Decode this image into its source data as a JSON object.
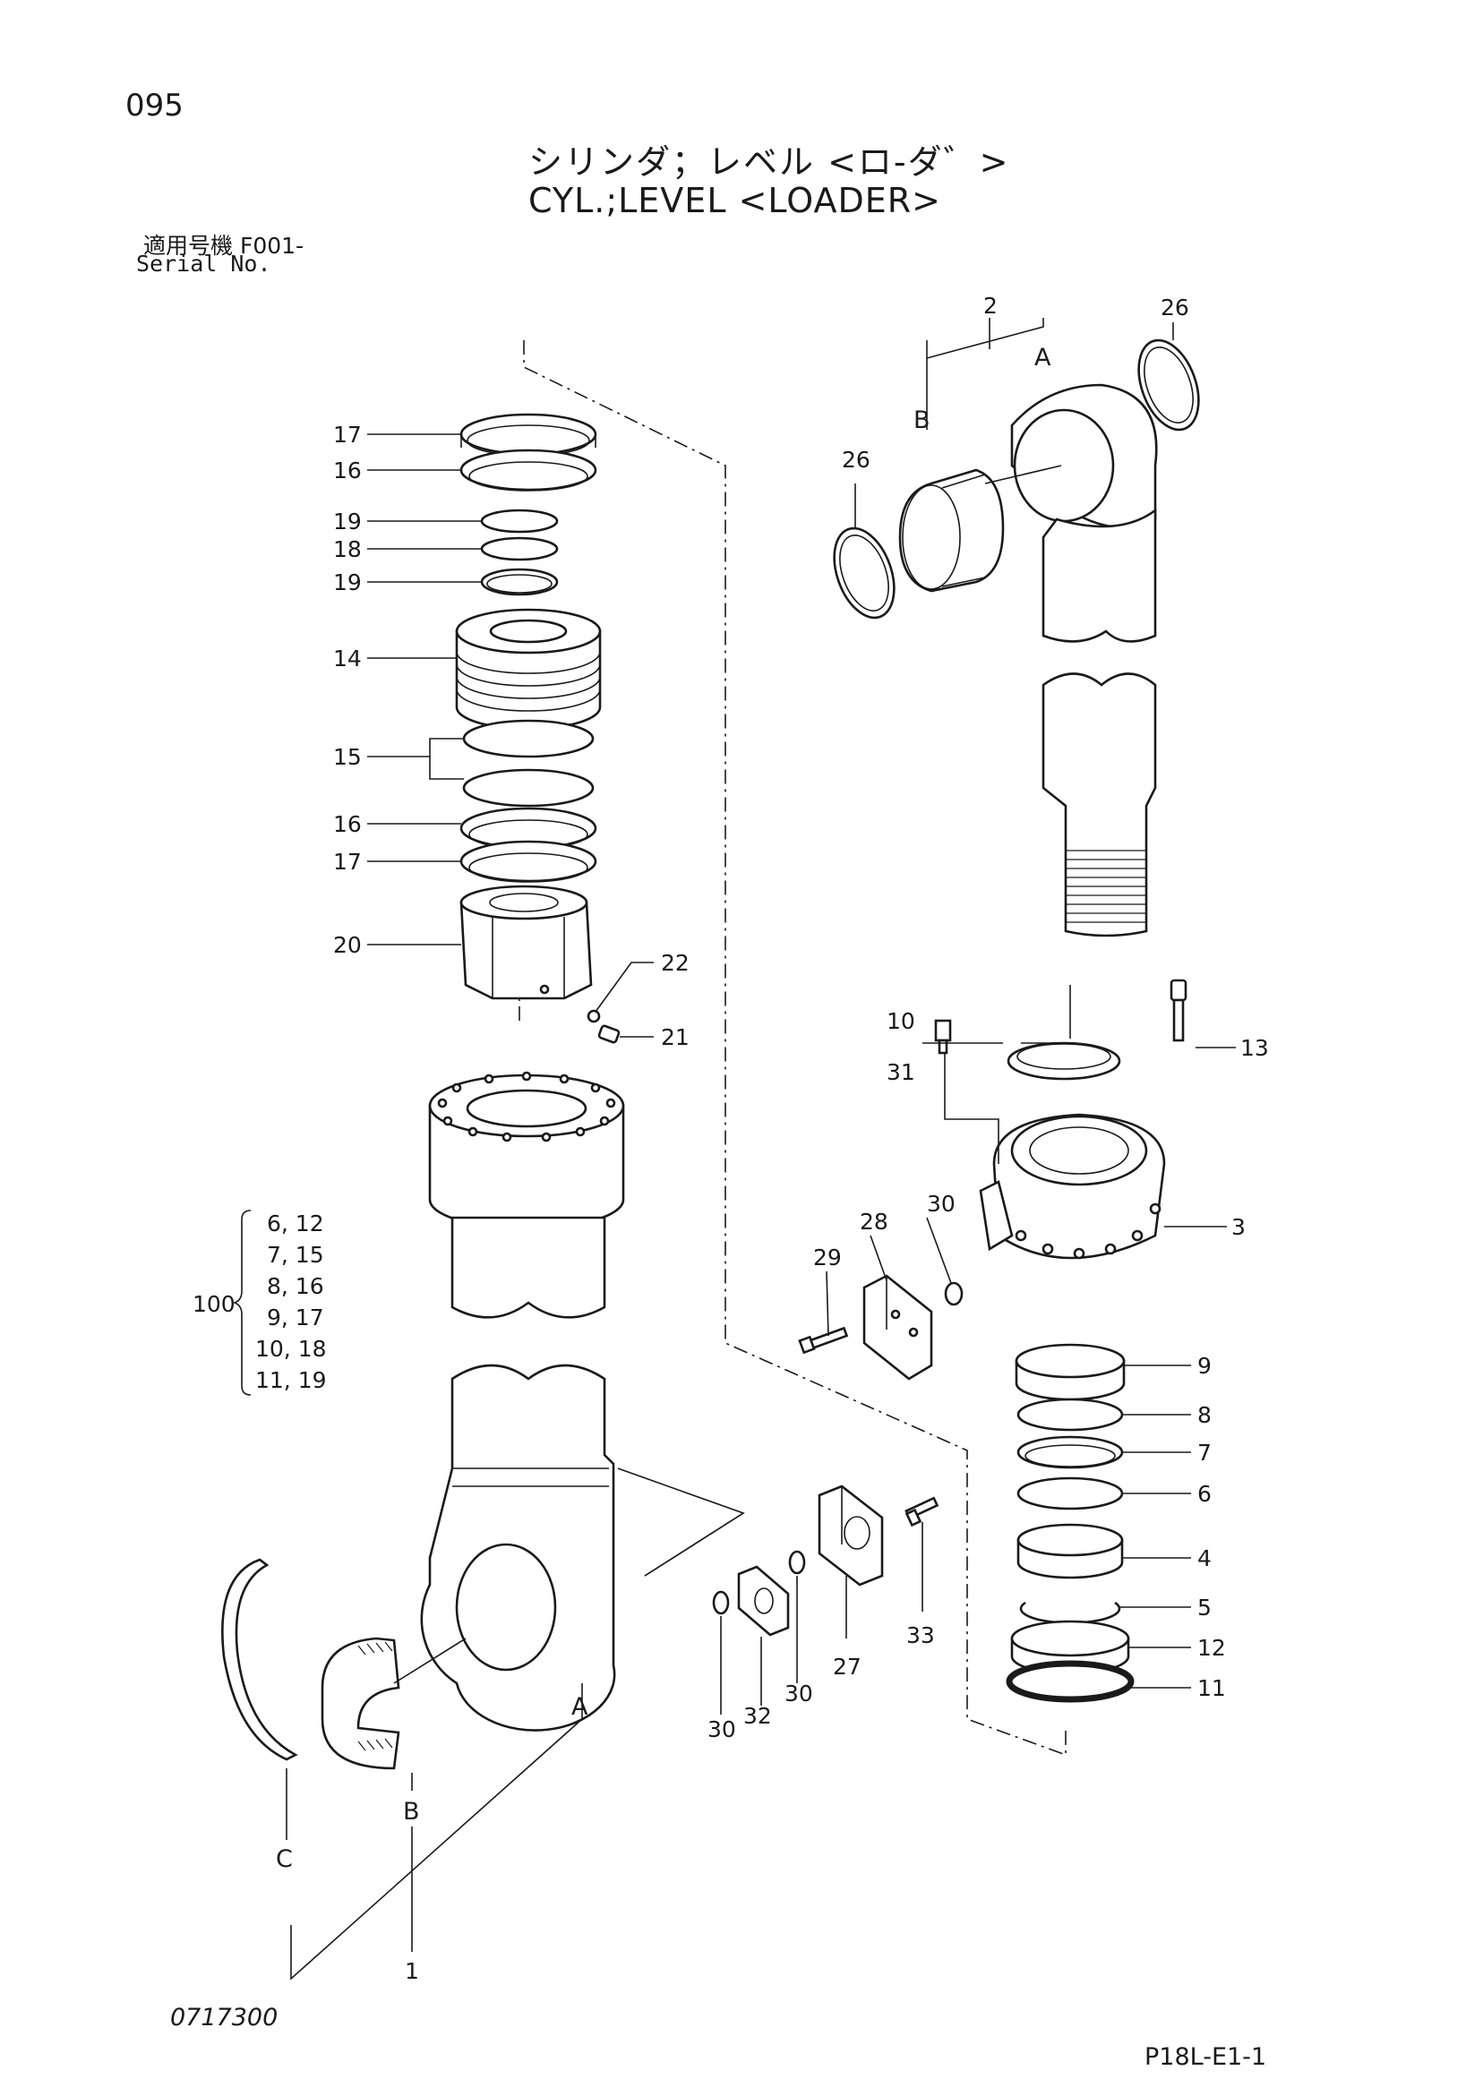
{
  "header": {
    "page_number": "095",
    "title_jp": "シリンダ；レベル <ロ-ダ゛>",
    "title_en": "CYL.;LEVEL <LOADER>",
    "serial_label_jp": "適用号機 F001-",
    "serial_label_en": "Serial No."
  },
  "footer": {
    "drawing_number": "0717300",
    "sheet_code": "P18L-E1-1"
  },
  "callouts": {
    "c1": "1",
    "c2": "2",
    "c3": "3",
    "c4": "4",
    "c5": "5",
    "c6": "6",
    "c7": "7",
    "c8": "8",
    "c9": "9",
    "c10": "10",
    "c11": "11",
    "c12": "12",
    "c13": "13",
    "c14": "14",
    "c15": "15",
    "c16": "16",
    "c17": "17",
    "c18": "18",
    "c19": "19",
    "c20": "20",
    "c21": "21",
    "c22": "22",
    "c26": "26",
    "c27": "27",
    "c28": "28",
    "c29": "29",
    "c30": "30",
    "c31": "31",
    "c32": "32",
    "c33": "33",
    "c100": "100"
  },
  "view_letters": {
    "a": "A",
    "b": "B",
    "c": "C"
  },
  "kit_100": {
    "rows": [
      "6, 12",
      "7, 15",
      "8, 16",
      "9, 17",
      "10, 18",
      "11, 19"
    ]
  }
}
